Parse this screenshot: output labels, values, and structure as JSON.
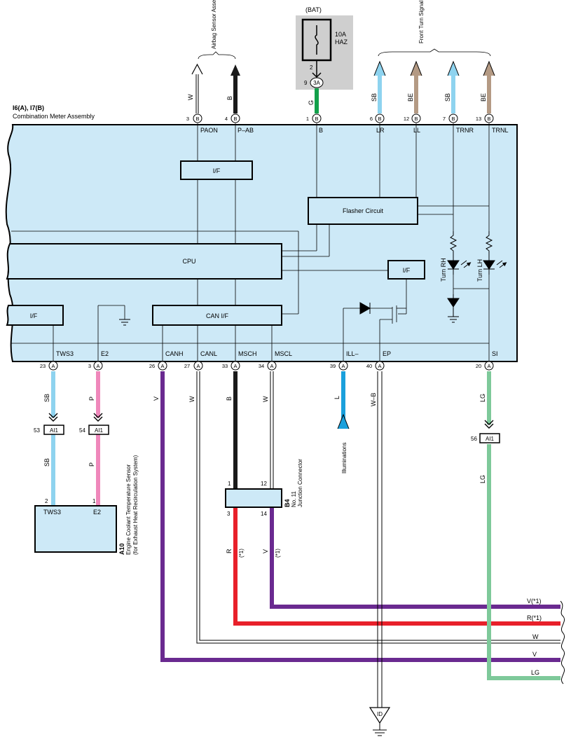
{
  "colors": {
    "SB": "#8ed3ef",
    "B": "#1a1a1a",
    "W": "#ffffff",
    "G": "#12a04a",
    "BE": "#b49a84",
    "P": "#ef88bb",
    "V": "#6a2a90",
    "R": "#e8202a",
    "L": "#1aa0dc",
    "LG": "#7ec99a",
    "WB": "#ffffff",
    "module": "#cde9f7",
    "fuse_bg": "#cfcfcf"
  },
  "assembly": {
    "connectors": "I6(A), I7(B)",
    "name": "Combination Meter Assembly"
  },
  "fuse": {
    "bat": "(BAT)",
    "amp": "10A",
    "name": "HAZ",
    "pin": "2",
    "conn": "3A",
    "conn_pin": "9"
  },
  "top_groups": {
    "airbag": "Airbag Sensor Assembly",
    "lamps": "Front Turn Signal Light Assemblies Rear Turn Signal Light Assemblies"
  },
  "top_pins": [
    {
      "num": "3",
      "conn": "B",
      "term": "PAON",
      "wire": "W"
    },
    {
      "num": "4",
      "conn": "B",
      "term": "P–AB",
      "wire": "B"
    },
    {
      "num": "1",
      "conn": "B",
      "term": "B",
      "wire": "G"
    },
    {
      "num": "6",
      "conn": "B",
      "term": "LR",
      "wire": "SB"
    },
    {
      "num": "12",
      "conn": "B",
      "term": "LL",
      "wire": "BE"
    },
    {
      "num": "7",
      "conn": "B",
      "term": "TRNR",
      "wire": "SB"
    },
    {
      "num": "13",
      "conn": "B",
      "term": "TRNL",
      "wire": "BE"
    }
  ],
  "blocks": {
    "if_top": "I/F",
    "flasher": "Flasher Circuit",
    "cpu": "CPU",
    "if_right": "I/F",
    "if_left": "I/F",
    "can_if": "CAN I/F",
    "turn_rh": "Turn RH",
    "turn_lh": "Turn LH"
  },
  "bottom_pins": [
    {
      "num": "23",
      "conn": "A",
      "term": "TWS3",
      "wire": "SB"
    },
    {
      "num": "3",
      "conn": "A",
      "term": "E2",
      "wire": "P"
    },
    {
      "num": "26",
      "conn": "A",
      "term": "CANH",
      "wire": "V"
    },
    {
      "num": "27",
      "conn": "A",
      "term": "CANL",
      "wire": "W"
    },
    {
      "num": "33",
      "conn": "A",
      "term": "MSCH",
      "wire": "B"
    },
    {
      "num": "34",
      "conn": "A",
      "term": "MSCL",
      "wire": "W"
    },
    {
      "num": "39",
      "conn": "A",
      "term": "ILL–",
      "wire": "L"
    },
    {
      "num": "40",
      "conn": "A",
      "term": "EP",
      "wire": "W–B"
    },
    {
      "num": "20",
      "conn": "A",
      "term": "SI",
      "wire": "LG"
    }
  ],
  "ai1": [
    {
      "num": "53",
      "conn": "AI1"
    },
    {
      "num": "54",
      "conn": "AI1"
    },
    {
      "num": "56",
      "conn": "AI1"
    }
  ],
  "sensor": {
    "id": "A10",
    "name": "Engine Coolant Temperature Sensor",
    "sub": "(for Exhaust Heat Recirculation System)",
    "pin1_num": "2",
    "pin1": "TWS3",
    "pin2_num": "1",
    "pin2": "E2",
    "wire1": "SB",
    "wire2": "P"
  },
  "junction": {
    "id": "B4",
    "no": "No. 11",
    "name": "Junction Connector",
    "pins": [
      "1",
      "12",
      "3",
      "14"
    ],
    "r": "R",
    "v": "V",
    "note": "(*1)"
  },
  "illum": "Illuminations",
  "ground": "ID",
  "right_wires": [
    "V(*1)",
    "R(*1)",
    "W",
    "V",
    "LG"
  ]
}
